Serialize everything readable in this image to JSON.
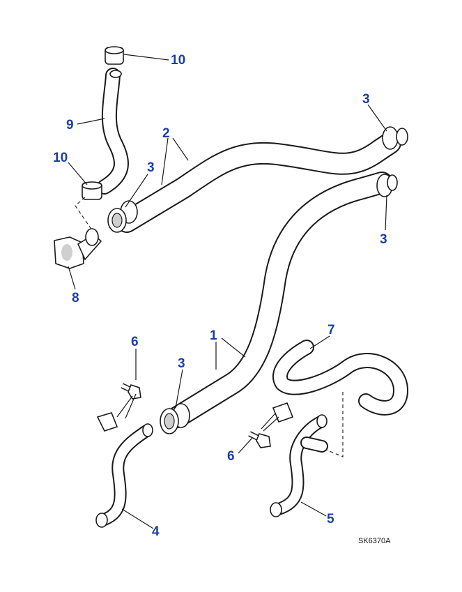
{
  "diagram": {
    "reference_code": "SK6370A",
    "callouts": [
      {
        "id": "c10a",
        "label": "10"
      },
      {
        "id": "c9",
        "label": "9"
      },
      {
        "id": "c10b",
        "label": "10"
      },
      {
        "id": "c2",
        "label": "2"
      },
      {
        "id": "c3a",
        "label": "3"
      },
      {
        "id": "c3b",
        "label": "3"
      },
      {
        "id": "c3c",
        "label": "3"
      },
      {
        "id": "c8",
        "label": "8"
      },
      {
        "id": "c7",
        "label": "7"
      },
      {
        "id": "c1",
        "label": "1"
      },
      {
        "id": "c6a",
        "label": "6"
      },
      {
        "id": "c3d",
        "label": "3"
      },
      {
        "id": "c6b",
        "label": "6"
      },
      {
        "id": "c4",
        "label": "4"
      },
      {
        "id": "c5",
        "label": "5"
      }
    ]
  }
}
